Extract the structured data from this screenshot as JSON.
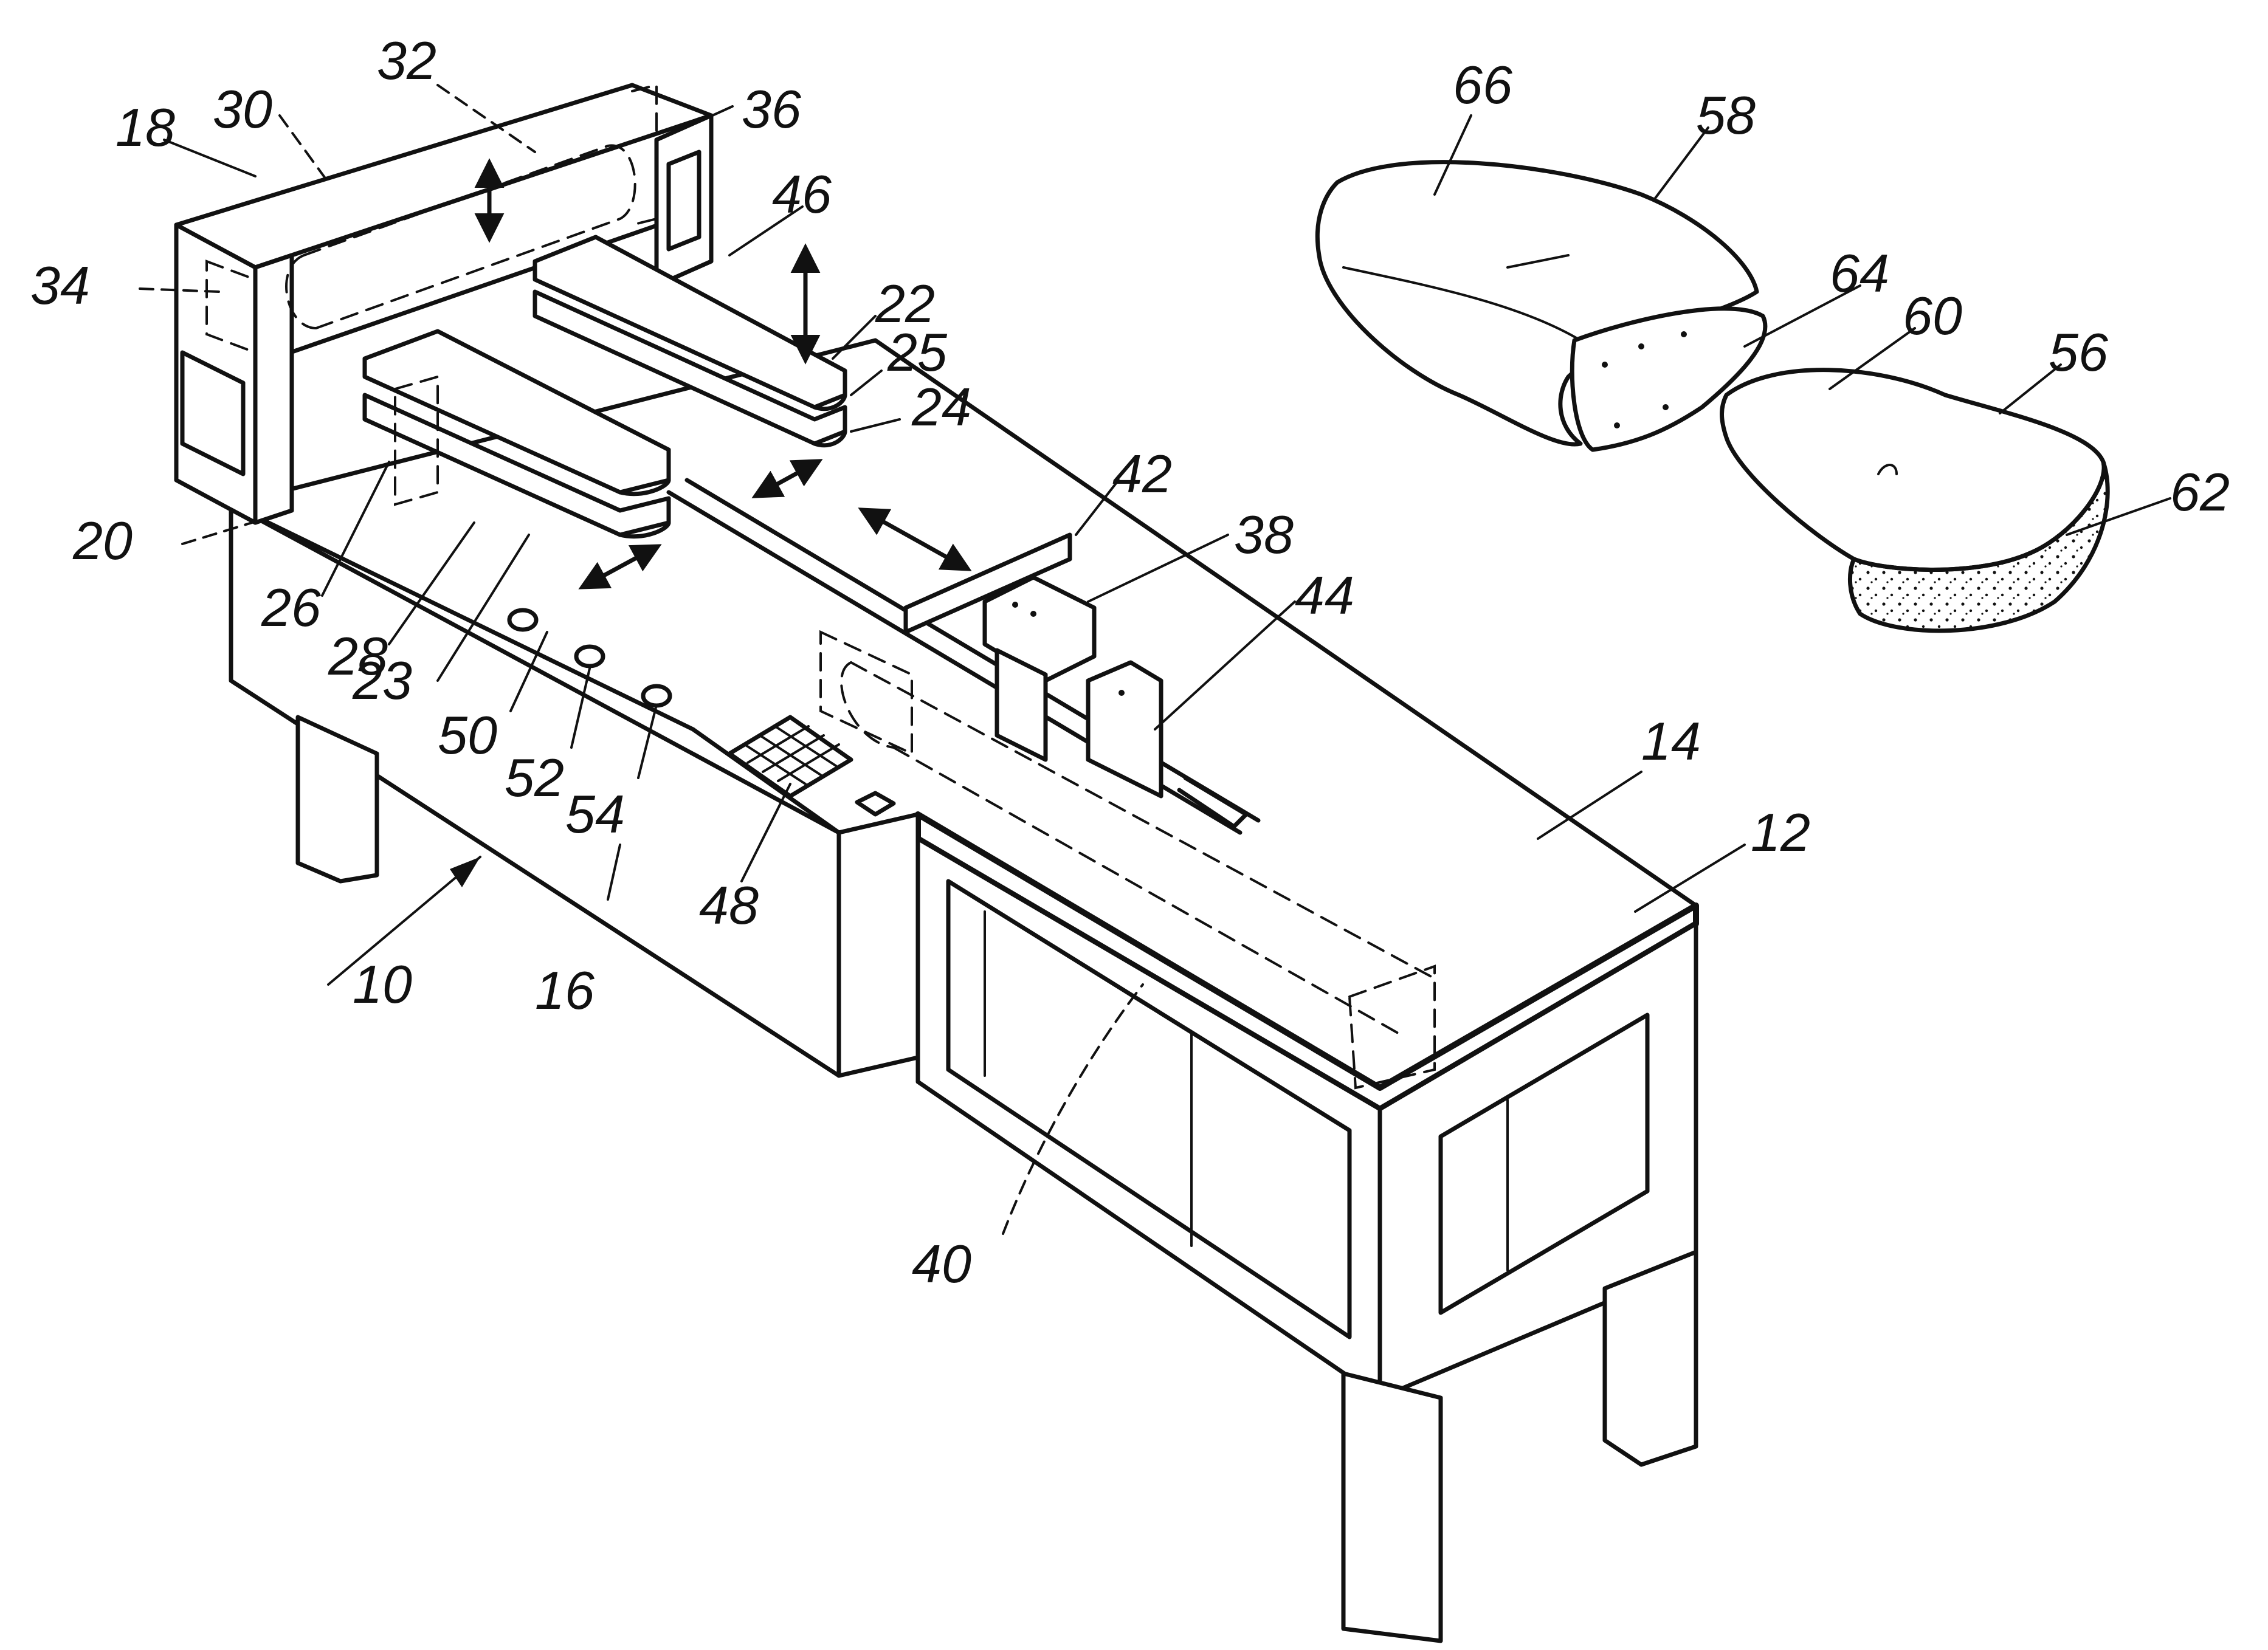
{
  "labels": {
    "l10": "10",
    "l12": "12",
    "l14": "14",
    "l16": "16",
    "l18": "18",
    "l20": "20",
    "l22": "22",
    "l23": "23",
    "l24": "24",
    "l25": "25",
    "l26": "26",
    "l28": "28",
    "l30": "30",
    "l32": "32",
    "l34": "34",
    "l36": "36",
    "l38": "38",
    "l40": "40",
    "l42": "42",
    "l44": "44",
    "l46": "46",
    "l48": "48",
    "l50": "50",
    "l52": "52",
    "l54": "54",
    "l56": "56",
    "l58": "58",
    "l60": "60",
    "l62": "62",
    "l64": "64",
    "l66": "66"
  }
}
